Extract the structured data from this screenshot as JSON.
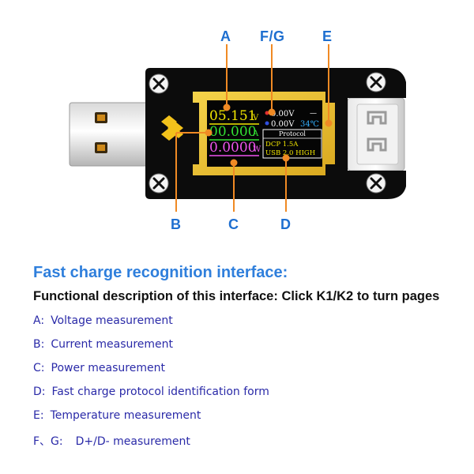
{
  "callouts": {
    "a": "A",
    "fg": "F/G",
    "e": "E",
    "b": "B",
    "c": "C",
    "d": "D"
  },
  "screen": {
    "voltage": "05.151",
    "voltage_unit": "V",
    "current": "00.000",
    "current_unit": "A",
    "power": "0.0000",
    "power_unit": "W",
    "d_plus": "0.00V",
    "d_minus": "0.00V",
    "temperature": "34℃",
    "dash": "—",
    "protocol_title": "Protocol",
    "protocol_line1": "DCP 1.5A",
    "protocol_line2": "USB 2.0 HIGH"
  },
  "colors": {
    "voltage": "#f2e600",
    "current": "#33e033",
    "power": "#ee55ee",
    "temperature": "#33b0ff",
    "protocol": "#f2e600",
    "callout": "#1e6fd0",
    "leader": "#f08a24",
    "bezel": "#e7bb2c",
    "pcb": "#0c0c0c"
  },
  "text": {
    "heading": "Fast charge recognition interface:",
    "subheading": "Functional description of this interface: Click K1/K2 to turn pages",
    "items": [
      {
        "key": "A:",
        "desc": "Voltage measurement"
      },
      {
        "key": "B:",
        "desc": "Current measurement"
      },
      {
        "key": "C:",
        "desc": "Power measurement"
      },
      {
        "key": "D:",
        "desc": "Fast charge protocol identification form"
      },
      {
        "key": "E:",
        "desc": "Temperature measurement"
      },
      {
        "key": "F、G:",
        "desc": "D+/D- measurement"
      }
    ]
  }
}
